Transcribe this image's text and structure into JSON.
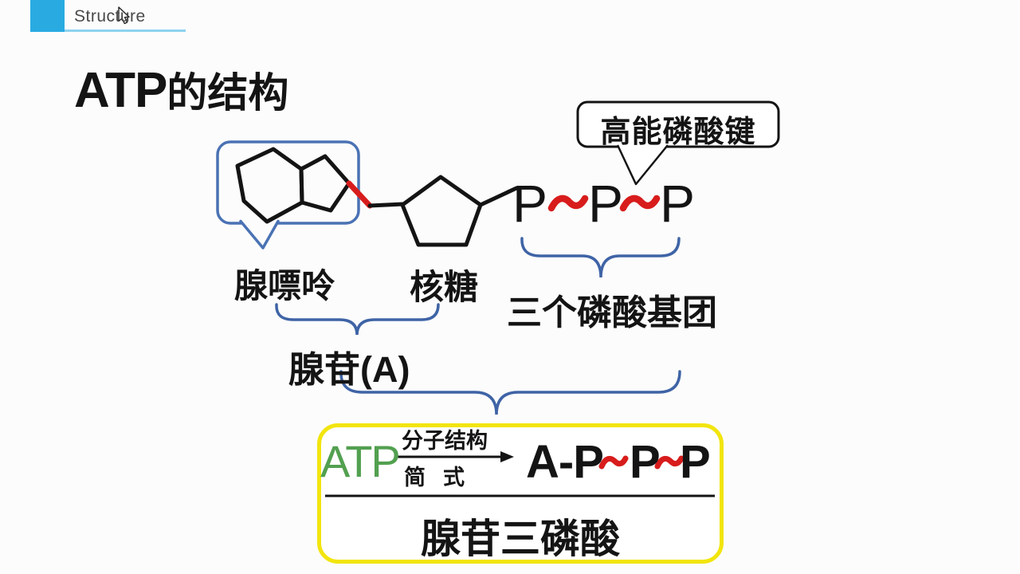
{
  "header": {
    "tab_label": "Structure"
  },
  "title": {
    "prefix": "ATP",
    "suffix": "的结构"
  },
  "callout": {
    "label": "高能磷酸键"
  },
  "diagram": {
    "adenine_label": "腺嘌呤",
    "ribose_label": "核糖",
    "phosphate_letters": [
      "P",
      "P",
      "P"
    ],
    "high_energy_bond_symbol": "~",
    "phosphate_group_label": "三个磷酸基团",
    "adenosine_label": "腺苷(A)"
  },
  "formula_box": {
    "atp_label": "ATP",
    "arrow_top_label": "分子结构",
    "arrow_bottom_label": "简式",
    "formula_parts": [
      "A-P",
      "P",
      "P"
    ],
    "bond_symbol": "~",
    "name_label": "腺苷三磷酸"
  },
  "colors": {
    "accent_blue": "#29abe2",
    "underline_blue": "#8ed3ef",
    "diagram_blue": "#3f64a6",
    "bond_red": "#d81c1c",
    "atp_green": "#52a050",
    "box_yellow": "#f2e50e",
    "ink": "#141414"
  }
}
